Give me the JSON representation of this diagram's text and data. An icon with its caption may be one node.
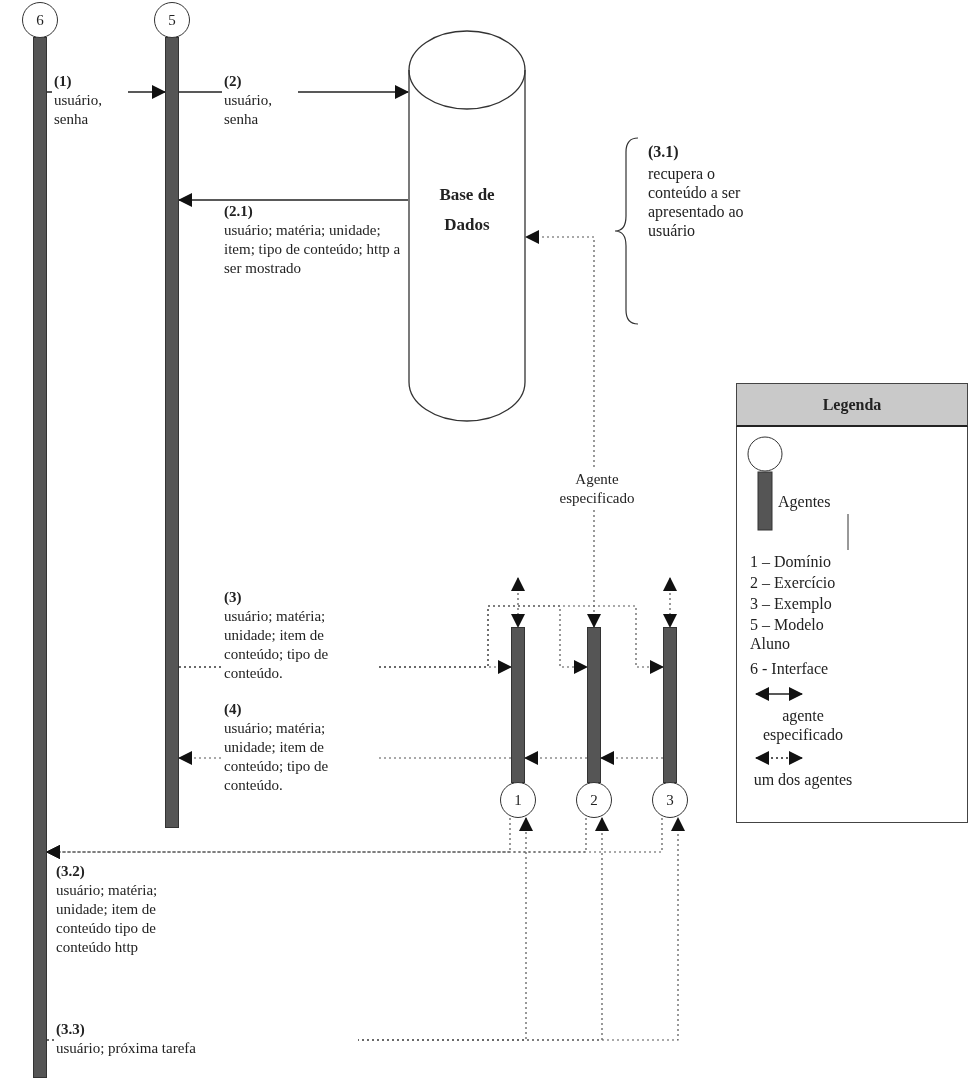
{
  "diagram": {
    "nodes": [
      {
        "text": [
          "6"
        ]
      },
      {
        "text": [
          "5"
        ]
      },
      {
        "text": [
          "Base de Dados"
        ]
      },
      {
        "text": [
          "1"
        ]
      },
      {
        "text": [
          "2"
        ]
      },
      {
        "text": [
          "3"
        ]
      }
    ],
    "edges": [
      {
        "from": 0,
        "to": 1,
        "arrow": "to",
        "label": "**(1)** usuário, senha"
      },
      {
        "from": 1,
        "to": 2,
        "arrow": "to",
        "label": "**(2)** usuário, senha"
      },
      {
        "from": 2,
        "to": 1,
        "arrow": "to",
        "label": "**(2.1)** usuário; matéria; unidade; item; tipo de conteúdo; http a ser mostrado"
      },
      {
        "from": 4,
        "to": 2,
        "arrow": "both",
        "style": "dashed",
        "label": "Agente especificado"
      },
      {
        "from": null,
        "to": 3,
        "arrow": "both",
        "style": "dashed"
      },
      {
        "from": null,
        "to": 5,
        "arrow": "both",
        "style": "dashed"
      },
      {
        "from": 1,
        "to": 3,
        "arrow": "to",
        "style": "dashed",
        "label": "**(3)** usuário; matéria; unidade; item de conteúdo; tipo de conteúdo."
      },
      {
        "from": 1,
        "to": 4,
        "arrow": "to",
        "style": "dashed"
      },
      {
        "from": 1,
        "to": 5,
        "arrow": "to",
        "style": "dashed"
      },
      {
        "from": 3,
        "to": 1,
        "arrow": "to",
        "style": "dashed",
        "label": "**(4)** usuário; matéria; unidade; item de conteúdo; tipo de conteúdo."
      },
      {
        "from": 4,
        "to": 3,
        "arrow": "to",
        "style": "dashed"
      },
      {
        "from": 5,
        "to": 4,
        "arrow": "to",
        "style": "dashed"
      },
      {
        "from": 3,
        "to": 0,
        "arrow": "to",
        "style": "dashed",
        "label": "**(3.2)** usuário; matéria; unidade; item de conteúdo tipo de conteúdo http"
      },
      {
        "from": 4,
        "to": 0,
        "arrow": "to",
        "style": "dashed"
      },
      {
        "from": 5,
        "to": 0,
        "arrow": "to",
        "style": "dashed"
      },
      {
        "from": 0,
        "to": 3,
        "arrow": "to",
        "style": "dashed",
        "label": "**(3.3)** usuário; próxima tarefa"
      },
      {
        "from": 0,
        "to": 4,
        "arrow": "to",
        "style": "dashed"
      },
      {
        "from": 0,
        "to": 5,
        "arrow": "to",
        "style": "dashed"
      }
    ],
    "labels": [
      "(3.1)",
      "recupera o conteúdo a ser apresentado ao usuário",
      "Legenda",
      "1 – Domínio",
      "2 – Exercício",
      "3 – Exemplo",
      "5 – Modelo Aluno",
      "6 - Interface"
    ],
    "legend": [
      {
        "text": "Agentes"
      },
      {
        "text": "agente especificado"
      },
      {
        "text": "um dos agentes"
      }
    ]
  }
}
